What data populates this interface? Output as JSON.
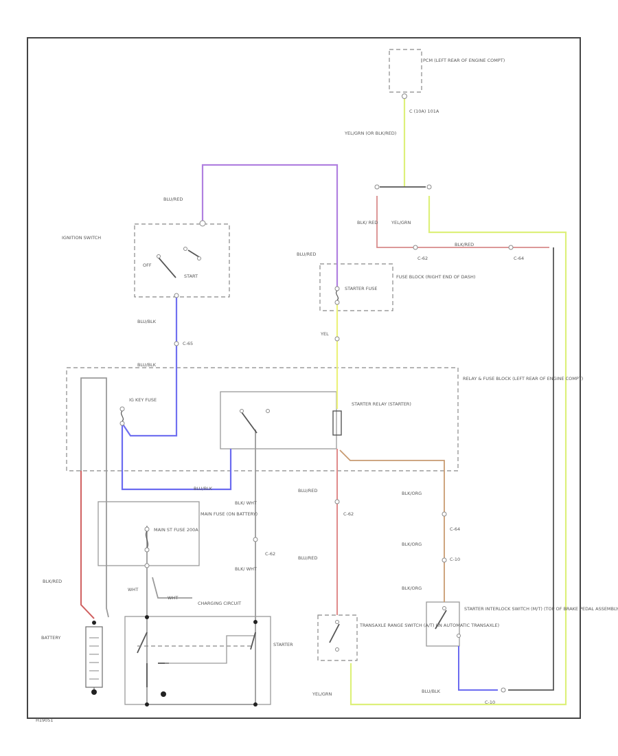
{
  "diagram": {
    "components": {
      "pcm": "PCM (LEFT REAR OF ENGINE COMPT)",
      "ignition_switch": "IGNITION SWITCH",
      "off": "OFF",
      "start": "START",
      "fuse_block": "FUSE BLOCK (RIGHT END OF DASH)",
      "starter_fuse": "STARTER FUSE",
      "relay_fuse_block": "RELAY & FUSE BLOCK (LEFT REAR OF ENGINE COMPT)",
      "ig_key_fuse": "IG KEY FUSE",
      "starter_relay": "STARTER RELAY (STARTER)",
      "main_fuse": "MAIN FUSE (ON BATTERY)",
      "main_st_fuse": "MAIN ST FUSE 200A",
      "battery": "BATTERY",
      "charging_circuit": "CHARGING CIRCUIT",
      "starter": "STARTER",
      "transaxle_range_switch": "TRANSAXLE RANGE SWITCH (A/T) (IN AUTOMATIC TRANSAXLE)",
      "starter_interlock_switch": "STARTER INTERLOCK SWITCH (M/T) (TOP OF BRAKE PEDAL ASSEMBLY)"
    },
    "wires": {
      "yel_grn_pcm": "YEL/GRN (OR BLK/RED)",
      "blk_red": "BLK/ RED",
      "yel_grn_right": "YEL/GRN",
      "blk_red_2": "BLK/RED",
      "blu_red_top": "BLU/RED",
      "blu_red_fuse": "BLU/RED",
      "blu_blk_1": "BLU/BLK",
      "blu_blk_2": "BLU/BLK",
      "blu_blk_3": "BLU/BLK",
      "yel": "YEL",
      "blk_wht_1": "BLK/ WHT",
      "blk_wht_2": "BLK/ WHT",
      "blu_red_a": "BLU/RED",
      "blu_red_b": "BLU/RED",
      "blk_org_1": "BLK/ORG",
      "blk_org_2": "BLK/ORG",
      "blk_org_3": "BLK/ORG",
      "blk_red_left": "BLK/RED",
      "wht_1": "WHT",
      "wht_2": "WHT",
      "yel_grn_bottom": "YEL/GRN",
      "blu_blk_bottom": "BLU/BLK"
    },
    "connectors": {
      "c_pcm": "C (10A) 101A",
      "c62": "C-62",
      "c64": "C-64",
      "c65": "C-65",
      "c62_b": "C-62",
      "c64_b": "C-64",
      "c10": "C-10",
      "c62_c": "C-62",
      "c10_b": "C-10"
    },
    "footer_code": "H19051"
  },
  "colors": {
    "purple": "#a070d8",
    "blue": "#6a6af0",
    "yellow": "#e8f070",
    "yellow_green": "#ddf07a",
    "red": "#d87878",
    "orange": "#c89a70"
  }
}
